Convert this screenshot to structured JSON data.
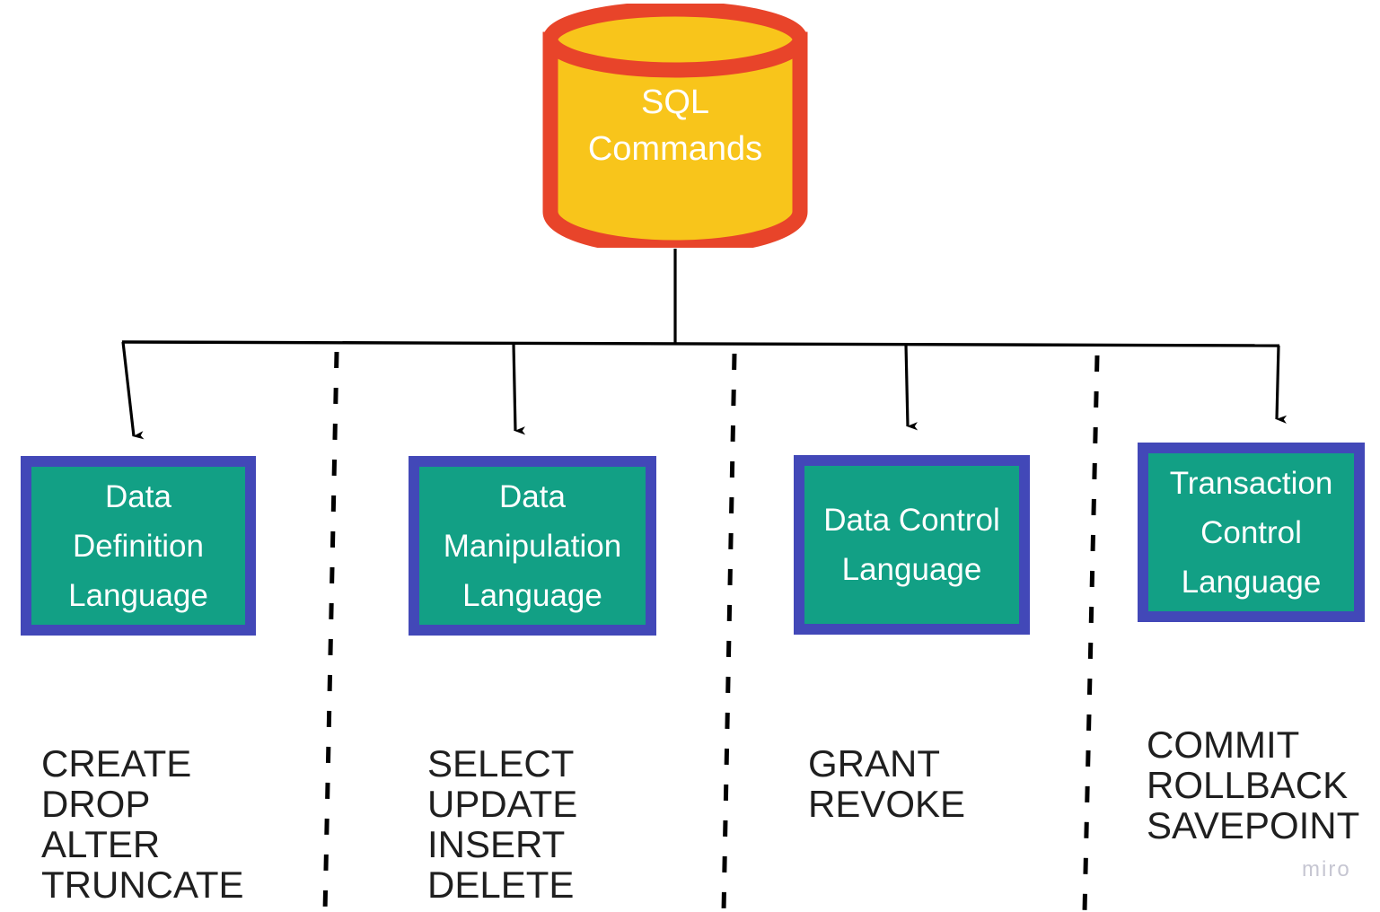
{
  "diagram": {
    "title": "SQL Commands classification",
    "colors": {
      "cylinder_fill": "#f8c51b",
      "cylinder_stroke": "#e8442a",
      "box_fill": "#12a085",
      "box_border": "#4248b8",
      "box_text": "#ffffff",
      "line": "#000000",
      "list_text": "#1f1f1f",
      "watermark": "#c6c6d2",
      "background": "#ffffff"
    },
    "root": {
      "label": "SQL\nCommands",
      "shape": "cylinder-database"
    },
    "branches": [
      {
        "id": "ddl",
        "box_label": "Data\nDefinition\nLanguage",
        "commands": [
          "CREATE",
          "DROP",
          "ALTER",
          "TRUNCATE"
        ],
        "commands_text": "CREATE\nDROP\nALTER\nTRUNCATE"
      },
      {
        "id": "dml",
        "box_label": "Data\nManipulation\nLanguage",
        "commands": [
          "SELECT",
          "UPDATE",
          "INSERT",
          "DELETE"
        ],
        "commands_text": "SELECT\nUPDATE\nINSERT\nDELETE"
      },
      {
        "id": "dcl",
        "box_label": "Data Control\nLanguage",
        "commands": [
          "GRANT",
          "REVOKE"
        ],
        "commands_text": "GRANT\nREVOKE"
      },
      {
        "id": "tcl",
        "box_label": "Transaction\nControl\nLanguage",
        "commands": [
          "COMMIT",
          "ROLLBACK",
          "SAVEPOINT"
        ],
        "commands_text": "COMMIT\nROLLBACK\nSAVEPOINT"
      }
    ],
    "watermark": "miro"
  }
}
